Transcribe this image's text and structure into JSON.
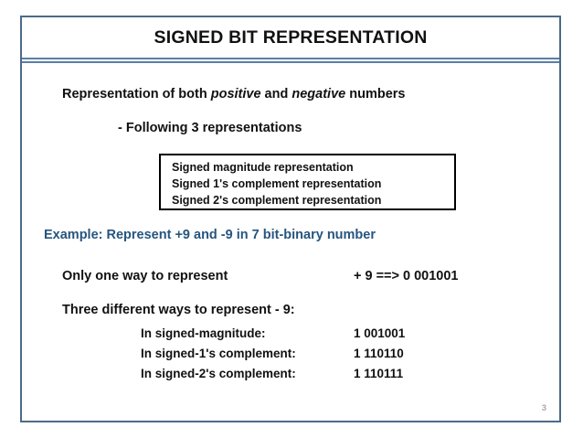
{
  "slide": {
    "title": "SIGNED BIT REPRESENTATION",
    "page_number": "3",
    "accent_color": "#4c6a87",
    "rule_color": "#5b7ea3",
    "example_color": "#26557f",
    "text_color": "#111111"
  },
  "body": {
    "lead_prefix": "Representation of  both ",
    "lead_italic_1": "positive",
    "lead_mid": " and ",
    "lead_italic_2": "negative",
    "lead_suffix": " numbers",
    "sub_line": "- Following 3 representations",
    "example_line": "Example:  Represent +9 and -9 in 7 bit-binary number",
    "positive_label": "Only one way to represent",
    "positive_value": "+ 9  ==> 0 001001",
    "negative_label": "Three different ways to represent     - 9:"
  },
  "rep_box": {
    "items": [
      "Signed magnitude representation",
      "Signed 1's complement representation",
      "Signed 2's complement representation"
    ]
  },
  "results": {
    "rows": [
      {
        "label": "In signed-magnitude:",
        "value": "1  001001"
      },
      {
        "label": "In signed-1's complement:",
        "value": "1  110110"
      },
      {
        "label": "In signed-2's complement:",
        "value": "1  110111"
      }
    ]
  }
}
